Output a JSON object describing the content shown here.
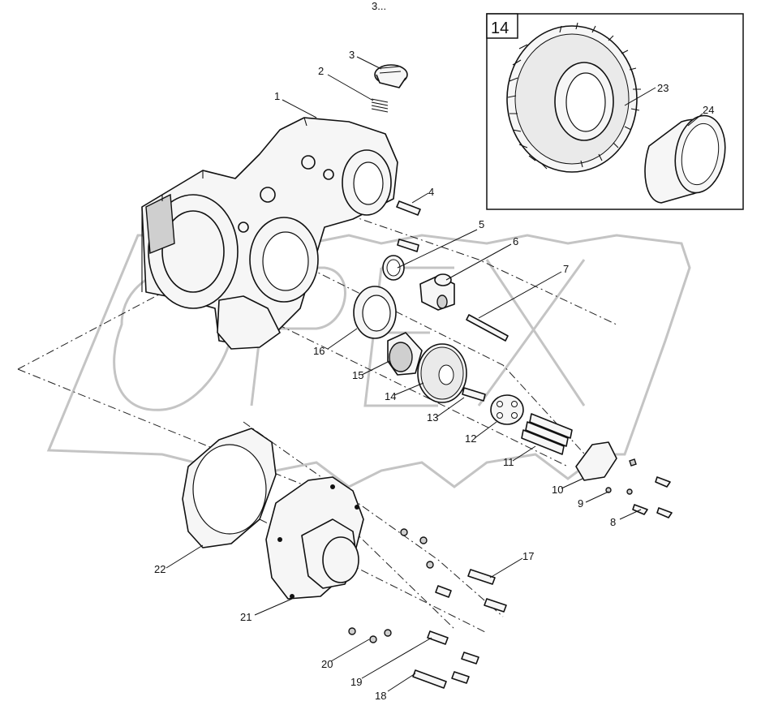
{
  "diagram": {
    "top_mark": "3...",
    "inset": {
      "label": "14",
      "callouts": [
        "23",
        "24"
      ]
    },
    "callouts": {
      "c1": "1",
      "c2": "2",
      "c3": "3",
      "c4": "4",
      "c5": "5",
      "c6": "6",
      "c7": "7",
      "c8": "8",
      "c9": "9",
      "c10": "10",
      "c11": "11",
      "c12": "12",
      "c13": "13",
      "c14": "14",
      "c15": "15",
      "c16": "16",
      "c17": "17",
      "c18": "18",
      "c19": "19",
      "c20": "20",
      "c21": "21",
      "c22": "22"
    },
    "watermark": "OPEX"
  }
}
